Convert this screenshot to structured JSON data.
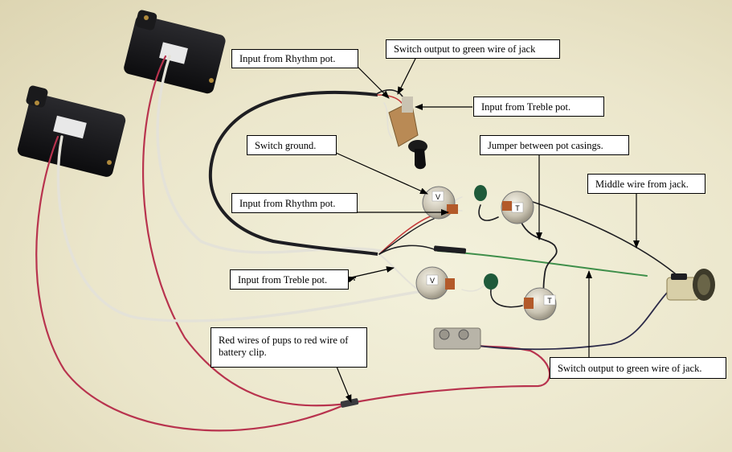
{
  "diagram": {
    "subject": "Guitar wiring harness with two pickups, four pots, toggle switch, output jack and battery clip",
    "callouts": [
      {
        "id": "input-rhythm-top",
        "text": "Input from Rhythm pot."
      },
      {
        "id": "switch-output-top",
        "text": "Switch output to green wire of jack"
      },
      {
        "id": "input-treble-top",
        "text": "Input from Treble pot."
      },
      {
        "id": "switch-ground",
        "text": "Switch ground."
      },
      {
        "id": "jumper",
        "text": "Jumper between pot casings."
      },
      {
        "id": "middle-wire",
        "text": "Middle wire from jack."
      },
      {
        "id": "input-rhythm-mid",
        "text": "Input from Rhythm pot."
      },
      {
        "id": "input-treble-mid",
        "text": "Input from Treble pot."
      },
      {
        "id": "red-wires",
        "text": "Red wires of pups to red wire of battery clip."
      },
      {
        "id": "switch-output-bottom",
        "text": "Switch output to green wire of jack."
      }
    ],
    "pot_labels": [
      "V",
      "T",
      "V",
      "T"
    ],
    "colors": {
      "background": "#ece8cf",
      "wire_red": "#b8334e",
      "wire_white": "#e4e2d8",
      "wire_black": "#1e1e22",
      "wire_green": "#3f8f4a",
      "pickup": "#17171a"
    }
  }
}
